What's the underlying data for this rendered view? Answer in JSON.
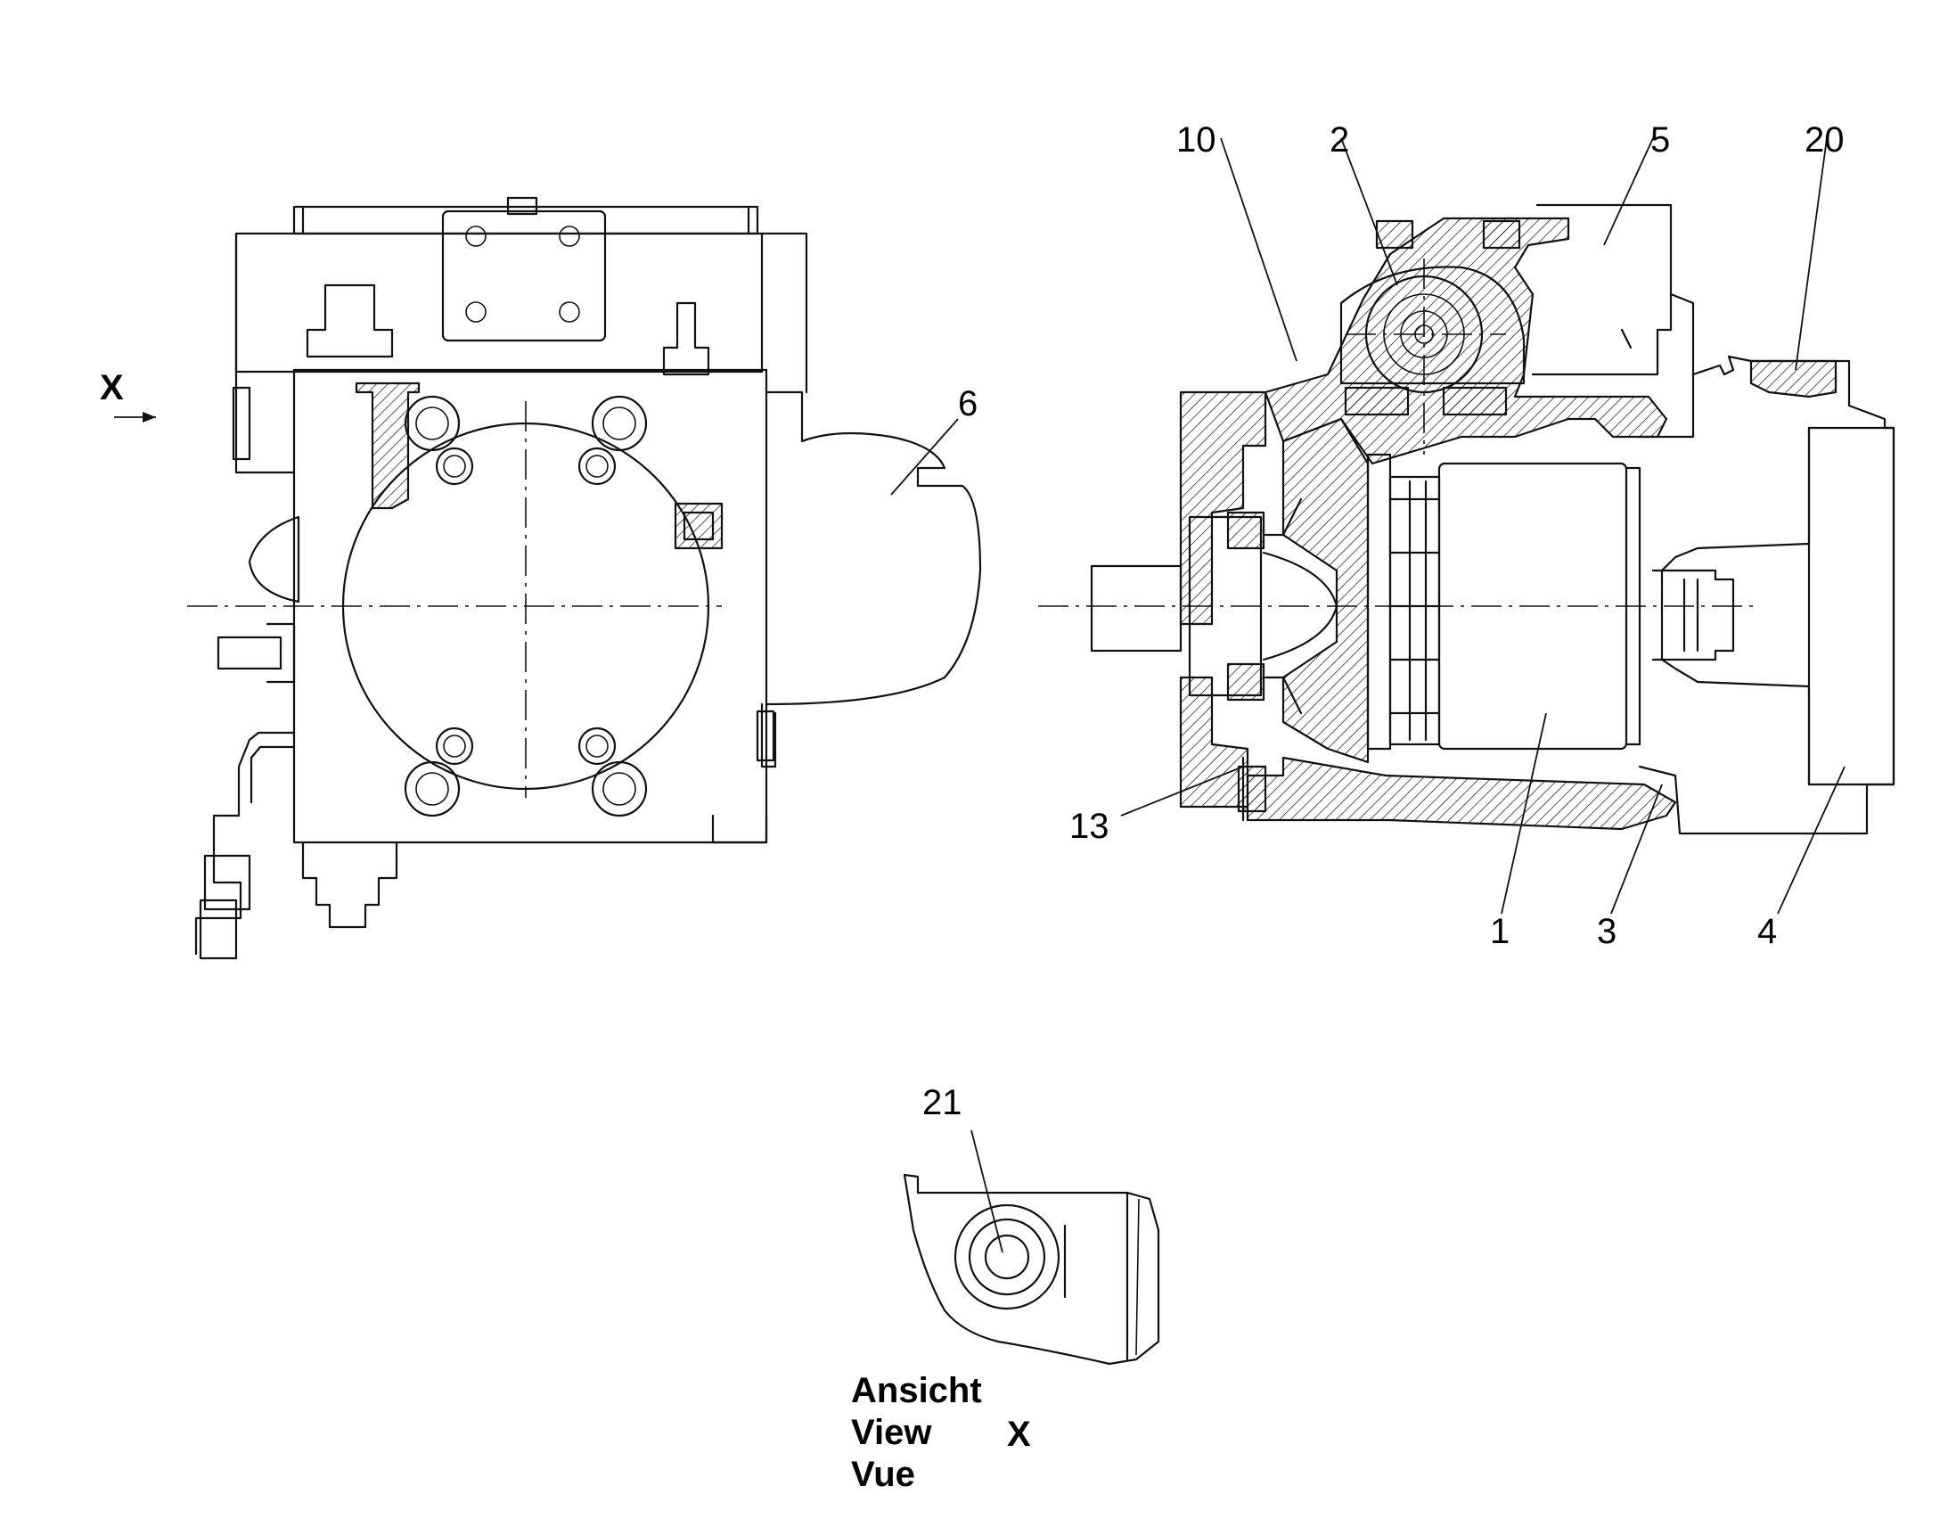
{
  "callouts": {
    "c1": "1",
    "c2": "2",
    "c3": "3",
    "c4": "4",
    "c5": "5",
    "c6": "6",
    "c10": "10",
    "c13": "13",
    "c20": "20",
    "c21": "21"
  },
  "view_marker": {
    "arrow_label": "X"
  },
  "view_caption": {
    "de": "Ansicht",
    "en": "View",
    "fr": "Vue",
    "letter": "X"
  },
  "colors": {
    "line": "#111111",
    "background": "#ffffff"
  }
}
